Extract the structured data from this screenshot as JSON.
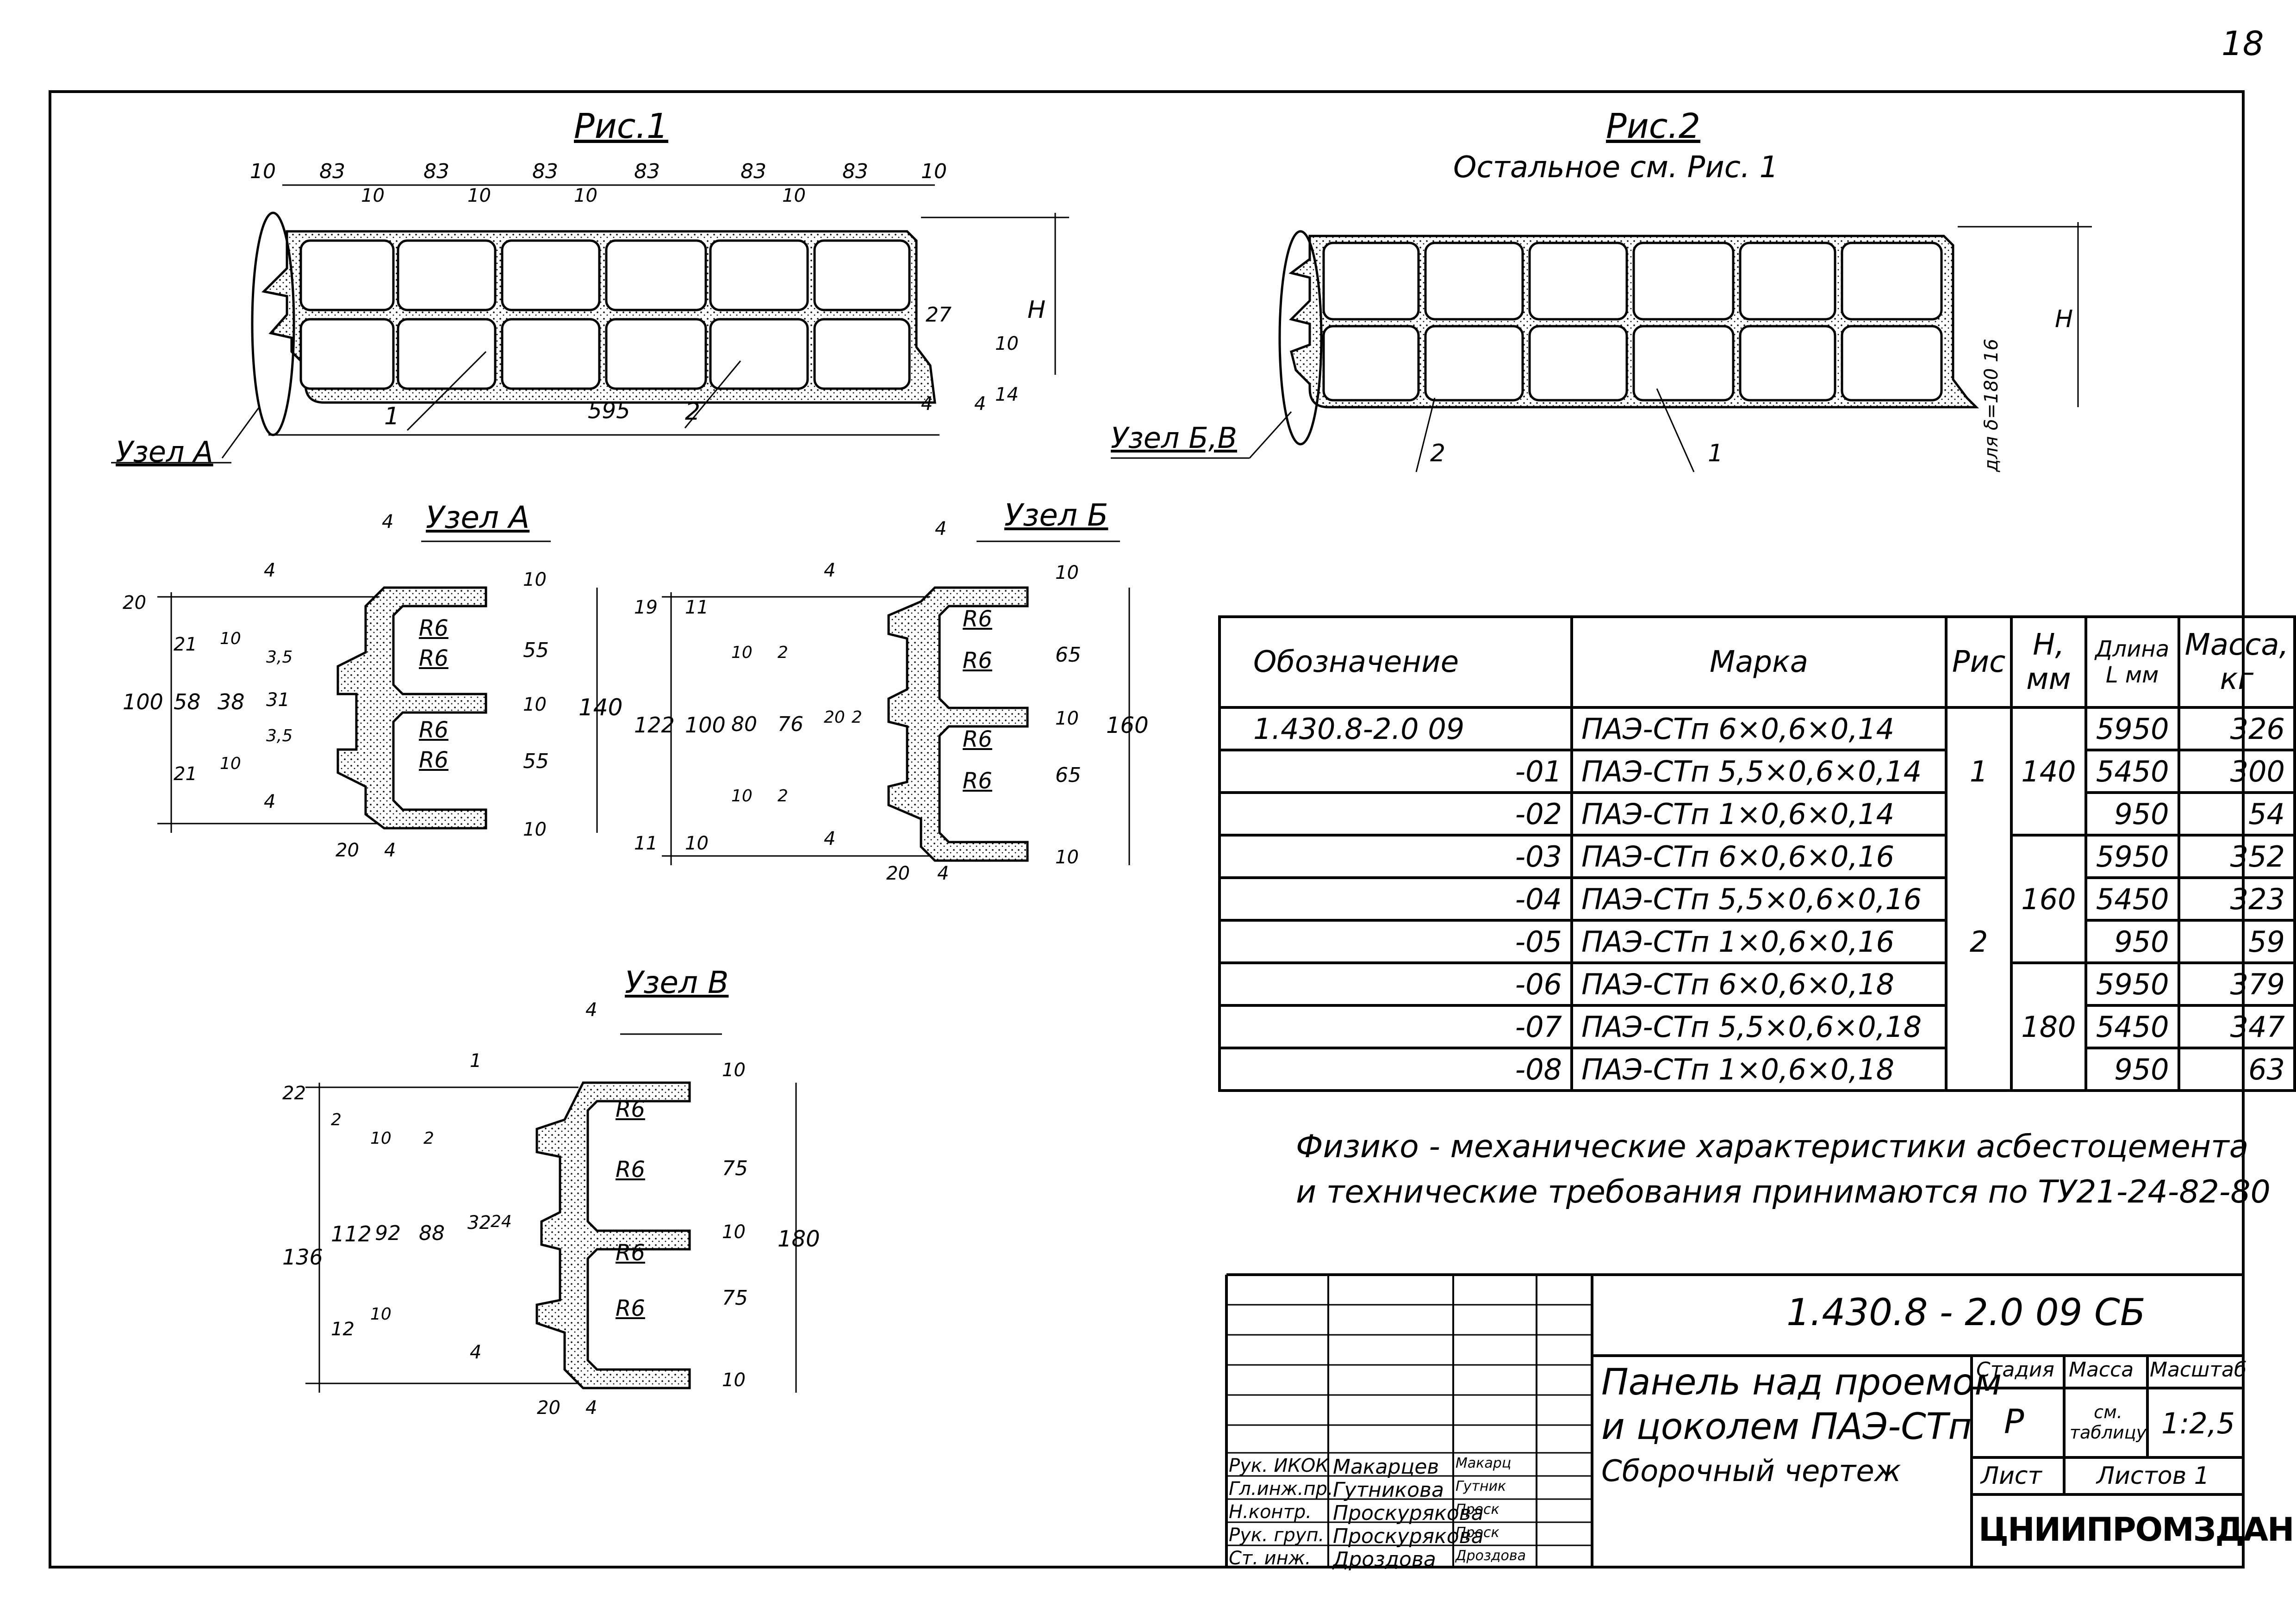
{
  "page_number": "18",
  "fig1": {
    "title": "Рис.1",
    "dims_top": [
      "10",
      "83",
      "83",
      "83",
      "83",
      "83",
      "83",
      "10"
    ],
    "dims_inner": [
      "10",
      "10",
      "10",
      "10"
    ],
    "dim_total": "595",
    "dim_right": [
      "27",
      "10",
      "4",
      "14",
      "4"
    ],
    "h_label": "H",
    "callouts": [
      "1",
      "2"
    ],
    "node": "Узел А"
  },
  "fig2": {
    "title": "Рис.2",
    "subtitle": "Остальное см. Рис. 1",
    "h_label": "H",
    "node": "Узел Б,В",
    "callouts": [
      "2",
      "1"
    ],
    "side_note": "для δ=180 16"
  },
  "node_a": {
    "title": "Узел А",
    "dims": [
      "4",
      "4",
      "20",
      "100",
      "21",
      "58",
      "10",
      "38",
      "3,5",
      "31",
      "3,5",
      "10",
      "21",
      "4",
      "20",
      "4",
      "10",
      "55",
      "140",
      "10",
      "55",
      "10"
    ],
    "radii": [
      "R6",
      "R6",
      "R6",
      "R6"
    ]
  },
  "node_b": {
    "title": "Узел Б",
    "dims": [
      "4",
      "4",
      "19",
      "11",
      "122",
      "100",
      "80",
      "10",
      "2",
      "76",
      "20",
      "2",
      "10",
      "2",
      "10",
      "11",
      "4",
      "20",
      "4",
      "10",
      "65",
      "160",
      "10",
      "65",
      "10"
    ],
    "radii": [
      "R6",
      "R6",
      "R6",
      "R6"
    ]
  },
  "node_v": {
    "title": "Узел В",
    "dims": [
      "4",
      "1",
      "22",
      "2",
      "10",
      "136",
      "112",
      "92",
      "88",
      "2",
      "32",
      "24",
      "10",
      "12",
      "4",
      "20",
      "4",
      "10",
      "75",
      "180",
      "10",
      "75",
      "10"
    ],
    "radii": [
      "R6",
      "R6",
      "R6",
      "R6"
    ]
  },
  "table": {
    "headers": [
      "Обозначение",
      "Марка",
      "Рис",
      "H, мм",
      "Длина L мм",
      "Масса, кг"
    ],
    "rows": [
      {
        "designation": "1.430.8-2.0 09",
        "mark": "ПАЭ-СТп 6×0,6×0,14",
        "fig": "",
        "h": "",
        "length": "5950",
        "mass": "326"
      },
      {
        "designation": "-01",
        "mark": "ПАЭ-СТп 5,5×0,6×0,14",
        "fig": "1",
        "h": "140",
        "length": "5450",
        "mass": "300"
      },
      {
        "designation": "-02",
        "mark": "ПАЭ-СТп 1×0,6×0,14",
        "fig": "",
        "h": "",
        "length": "950",
        "mass": "54"
      },
      {
        "designation": "-03",
        "mark": "ПАЭ-СТп 6×0,6×0,16",
        "fig": "",
        "h": "",
        "length": "5950",
        "mass": "352"
      },
      {
        "designation": "-04",
        "mark": "ПАЭ-СТп 5,5×0,6×0,16",
        "fig": "",
        "h": "160",
        "length": "5450",
        "mass": "323"
      },
      {
        "designation": "-05",
        "mark": "ПАЭ-СТп 1×0,6×0,16",
        "fig": "2",
        "h": "",
        "length": "950",
        "mass": "59"
      },
      {
        "designation": "-06",
        "mark": "ПАЭ-СТп 6×0,6×0,18",
        "fig": "",
        "h": "",
        "length": "5950",
        "mass": "379"
      },
      {
        "designation": "-07",
        "mark": "ПАЭ-СТп 5,5×0,6×0,18",
        "fig": "",
        "h": "180",
        "length": "5450",
        "mass": "347"
      },
      {
        "designation": "-08",
        "mark": "ПАЭ-СТп 1×0,6×0,18",
        "fig": "",
        "h": "",
        "length": "950",
        "mass": "63"
      }
    ]
  },
  "note": [
    "Физико - механические характеристики асбестоцемента",
    "и технические требования принимаются по ТУ21-24-82-80"
  ],
  "title_block": {
    "code": "1.430.8 - 2.0 09 СБ",
    "name": [
      "Панель над проемом",
      "и цоколем ПАЭ-СТп",
      "Сборочный чертеж"
    ],
    "stage_label": "Стадия",
    "mass_label": "Масса",
    "scale_label": "Масштаб",
    "stage": "Р",
    "mass": "см. таблицу",
    "scale": "1:2,5",
    "sheet_label": "Лист",
    "sheets_label": "Листов 1",
    "org": "ЦНИИПРОМЗДАНИЙ",
    "staff": [
      {
        "role": "Рук. ИКОК",
        "name": "Макарцев",
        "sign": "Макарц"
      },
      {
        "role": "Гл.инж.пр.",
        "name": "Гутникова",
        "sign": "Гутник"
      },
      {
        "role": "Н.контр.",
        "name": "Проскурякова",
        "sign": "Проск"
      },
      {
        "role": "Рук. груп.",
        "name": "Проскурякова",
        "sign": "Проск"
      },
      {
        "role": "Ст. инж.",
        "name": "Дроздова",
        "sign": "Дроздова"
      }
    ]
  }
}
